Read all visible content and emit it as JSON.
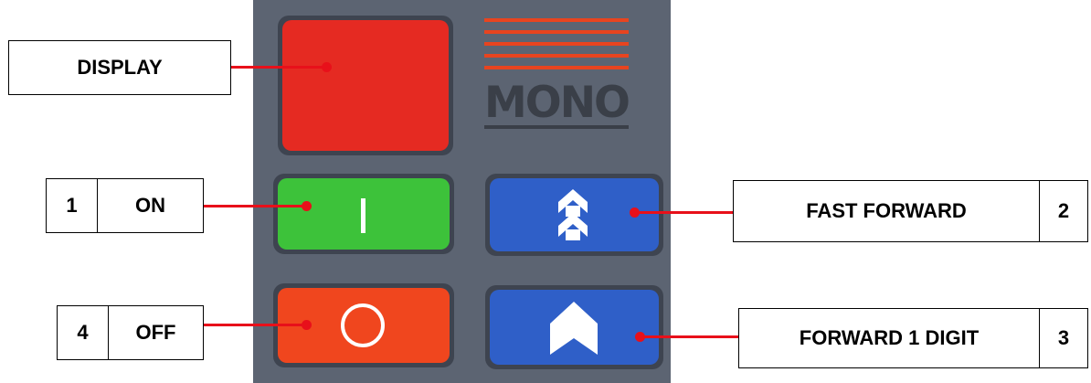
{
  "panel": {
    "brand": "MONO",
    "colors": {
      "panel": "#5c6472",
      "display_key": "#e52a22",
      "on_key": "#3dc23a",
      "off_key": "#f0461e",
      "forward_keys": "#2f5fc8",
      "logo_stripes": "#e8441f",
      "connector": "#e8101a"
    }
  },
  "labels": {
    "display": {
      "text": "DISPLAY"
    },
    "on": {
      "number": "1",
      "text": "ON"
    },
    "fast_forward": {
      "text": "FAST FORWARD",
      "number": "2"
    },
    "forward_1_digit": {
      "text": "FORWARD 1 DIGIT",
      "number": "3"
    },
    "off": {
      "number": "4",
      "text": "OFF"
    }
  },
  "icons": {
    "display_key": "blank-display-icon",
    "on_key": "power-on-bar-icon",
    "off_key": "power-off-circle-icon",
    "fast_forward_key": "double-chevron-up-icon",
    "forward_key": "single-arrow-up-icon"
  }
}
